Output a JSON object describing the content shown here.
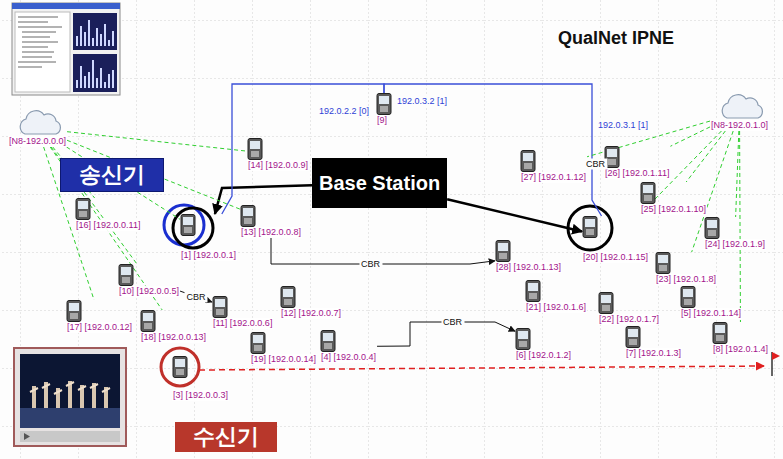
{
  "diagram": {
    "title": "QualNet IPNE",
    "nodes": [
      {
        "text": [
          "송신기"
        ]
      },
      {
        "text": [
          "Base Station"
        ]
      },
      {
        "text": [
          "수신기"
        ]
      },
      {
        "text": [
          "[N8-192.0.0.0]"
        ]
      },
      {
        "text": [
          "[N8-192.0.1.0]"
        ]
      },
      {
        "text": [
          "[9]"
        ]
      },
      {
        "text": [
          "[14] [192.0.0.9]"
        ]
      },
      {
        "text": [
          "[16] [192.0.0.11]"
        ]
      },
      {
        "text": [
          "[1] [192.0.0.1]"
        ]
      },
      {
        "text": [
          "[13] [192.0.0.8]"
        ]
      },
      {
        "text": [
          "[10] [192.0.0.5]"
        ]
      },
      {
        "text": [
          "[17] [192.0.0.12]"
        ]
      },
      {
        "text": [
          "[11] [192.0.0.6]"
        ]
      },
      {
        "text": [
          "[12] [192.0.0.7]"
        ]
      },
      {
        "text": [
          "[18] [192.0.0.13]"
        ]
      },
      {
        "text": [
          "[19] [192.0.0.14]"
        ]
      },
      {
        "text": [
          "[4] [192.0.0.4]"
        ]
      },
      {
        "text": [
          "[3] [192.0.0.3]"
        ]
      },
      {
        "text": [
          "[27] [192.0.1.12]"
        ]
      },
      {
        "text": [
          "[26] [192.0.1.11]"
        ]
      },
      {
        "text": [
          "[25] [192.0.1.10]"
        ]
      },
      {
        "text": [
          "[24] [192.0.1.9]"
        ]
      },
      {
        "text": [
          "[28] [192.0.1.13]"
        ]
      },
      {
        "text": [
          "[20] [192.0.1.15]"
        ]
      },
      {
        "text": [
          "[21] [192.0.1.6]"
        ]
      },
      {
        "text": [
          "[23] [192.0.1.8]"
        ]
      },
      {
        "text": [
          "[22] [192.0.1.7]"
        ]
      },
      {
        "text": [
          "[5] [192.0.1.14]"
        ]
      },
      {
        "text": [
          "[6] [192.0.1.2]"
        ]
      },
      {
        "text": [
          "[7] [192.0.1.3]"
        ]
      },
      {
        "text": [
          "[8] [192.0.1.4]"
        ]
      }
    ],
    "edges": [
      {
        "from": 1,
        "to": 8,
        "arrow": "to"
      },
      {
        "from": 1,
        "to": 23,
        "arrow": "to"
      },
      {
        "from": 5,
        "to": 8,
        "arrow": "none"
      },
      {
        "from": 5,
        "to": 23,
        "arrow": "none"
      },
      {
        "from": 9,
        "to": 22,
        "label": "CBR",
        "arrow": "to"
      },
      {
        "from": 10,
        "to": 12,
        "label": "CBR",
        "arrow": "to"
      },
      {
        "from": 16,
        "to": 28,
        "label": "CBR",
        "arrow": "to"
      },
      {
        "from": 19,
        "to": 18,
        "label": "CBR",
        "arrow": "to"
      },
      {
        "from": 3,
        "to": 6,
        "arrow": "none"
      },
      {
        "from": 3,
        "to": 7,
        "arrow": "none"
      },
      {
        "from": 3,
        "to": 8,
        "arrow": "none"
      },
      {
        "from": 3,
        "to": 9,
        "arrow": "none"
      },
      {
        "from": 3,
        "to": 10,
        "arrow": "none"
      },
      {
        "from": 3,
        "to": 11,
        "arrow": "none"
      },
      {
        "from": 3,
        "to": 14,
        "arrow": "none"
      },
      {
        "from": 4,
        "to": 19,
        "arrow": "none"
      },
      {
        "from": 4,
        "to": 20,
        "arrow": "none"
      },
      {
        "from": 4,
        "to": 21,
        "arrow": "none"
      },
      {
        "from": 4,
        "to": 25,
        "arrow": "none"
      },
      {
        "from": 4,
        "to": 30,
        "arrow": "none"
      },
      {
        "from": 4,
        "to": 23,
        "arrow": "none"
      },
      {
        "from": 4,
        "to": 18,
        "arrow": "none"
      }
    ],
    "labels": [
      "192.0.2.2 [0]",
      "192.0.3.2 [1]",
      "192.0.3.1 [1]"
    ]
  }
}
